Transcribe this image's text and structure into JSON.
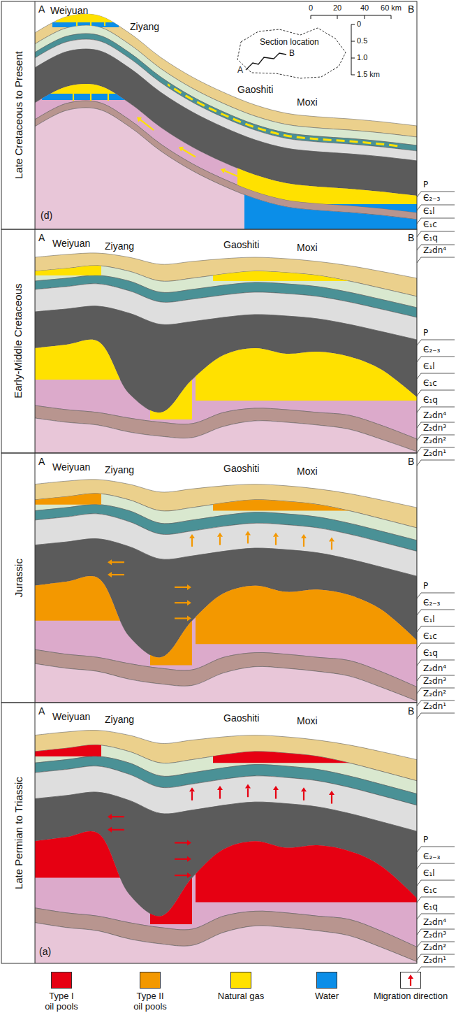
{
  "diagram": {
    "labels": [
      "Late Cretaceous to Present",
      "A",
      "Weiyuan",
      "Ziyang",
      "Section location",
      "A",
      "B",
      "0",
      "20",
      "40",
      "60 km",
      "0",
      "0.5",
      "1.0",
      "1.5 km",
      "B",
      "Gaoshiti",
      "Moxi",
      "(d)",
      "P",
      "Є₂₋₃",
      "Є₁l",
      "Є₁c",
      "Є₁q",
      "Z₂dn⁴",
      "Early-Middle Cretaceous",
      "A",
      "Weiyuan",
      "Ziyang",
      "B",
      "Gaoshiti",
      "Moxi",
      "P",
      "Є₂₋₃",
      "Є₁l",
      "Є₁c",
      "Є₁q",
      "Z₂dn⁴",
      "Z₂dn³",
      "Z₂dn²",
      "Z₂dn¹",
      "Jurassic",
      "A",
      "Weiyuan",
      "Ziyang",
      "B",
      "Gaoshiti",
      "Moxi",
      "P",
      "Є₂₋₃",
      "Є₁l",
      "Є₁c",
      "Є₁q",
      "Z₂dn⁴",
      "Z₂dn³",
      "Z₂dn²",
      "Z₂dn¹",
      "Late Permian to Triassic",
      "A",
      "Weiyuan",
      "Ziyang",
      "B",
      "Gaoshiti",
      "Moxi",
      "(a)",
      "P",
      "Є₂₋₃",
      "Є₁l",
      "Є₁c",
      "Є₁q",
      "Z₂dn⁴",
      "Z₂dn³",
      "Z₂dn²",
      "Z₂dn¹"
    ],
    "legend": [
      {
        "text": "Type I oil pools",
        "color": "#e60012"
      },
      {
        "text": "Type II oil pools",
        "color": "#f39800"
      },
      {
        "text": "Natural gas",
        "color": "#ffe100"
      },
      {
        "text": "Water",
        "color": "#0b8ee8"
      },
      {
        "text": "Migration direction"
      }
    ]
  }
}
